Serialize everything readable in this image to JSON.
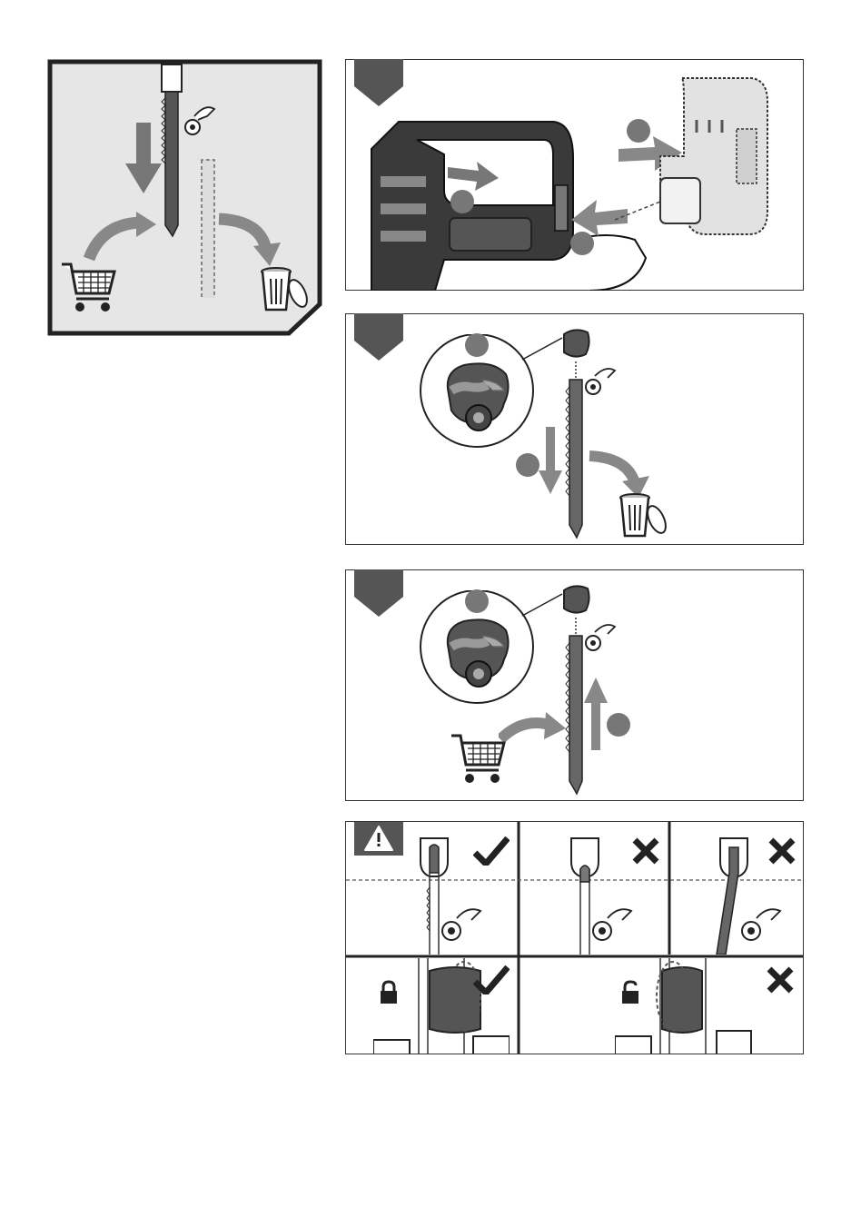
{
  "document": {
    "type": "instruction-manual-illustration-page",
    "panels": [
      {
        "id": "overview",
        "icons": [
          "shopping-cart-icon",
          "trash-bin-icon",
          "down-arrow-icon"
        ]
      },
      {
        "id": "step-remove-battery",
        "step_markers": 3,
        "icons": [
          "jigsaw-illustration",
          "battery-pack-illustration",
          "arrow-icon"
        ]
      },
      {
        "id": "step-remove-blade",
        "step_markers": 2,
        "icons": [
          "clamp-knob-icon",
          "trash-bin-icon",
          "down-arrow-icon"
        ]
      },
      {
        "id": "step-insert-blade",
        "step_markers": 2,
        "icons": [
          "clamp-knob-icon",
          "shopping-cart-icon",
          "up-arrow-icon"
        ]
      },
      {
        "id": "blade-check",
        "icons": [
          "warning-icon",
          "checkmark-icon",
          "cross-icon",
          "lock-closed-icon",
          "lock-open-icon"
        ]
      }
    ]
  },
  "colors": {
    "outline": "#222222",
    "panel_fill": "#e6e6e6",
    "arrow": "#8a8a8a",
    "marker": "#777777",
    "tab": "#555555"
  }
}
